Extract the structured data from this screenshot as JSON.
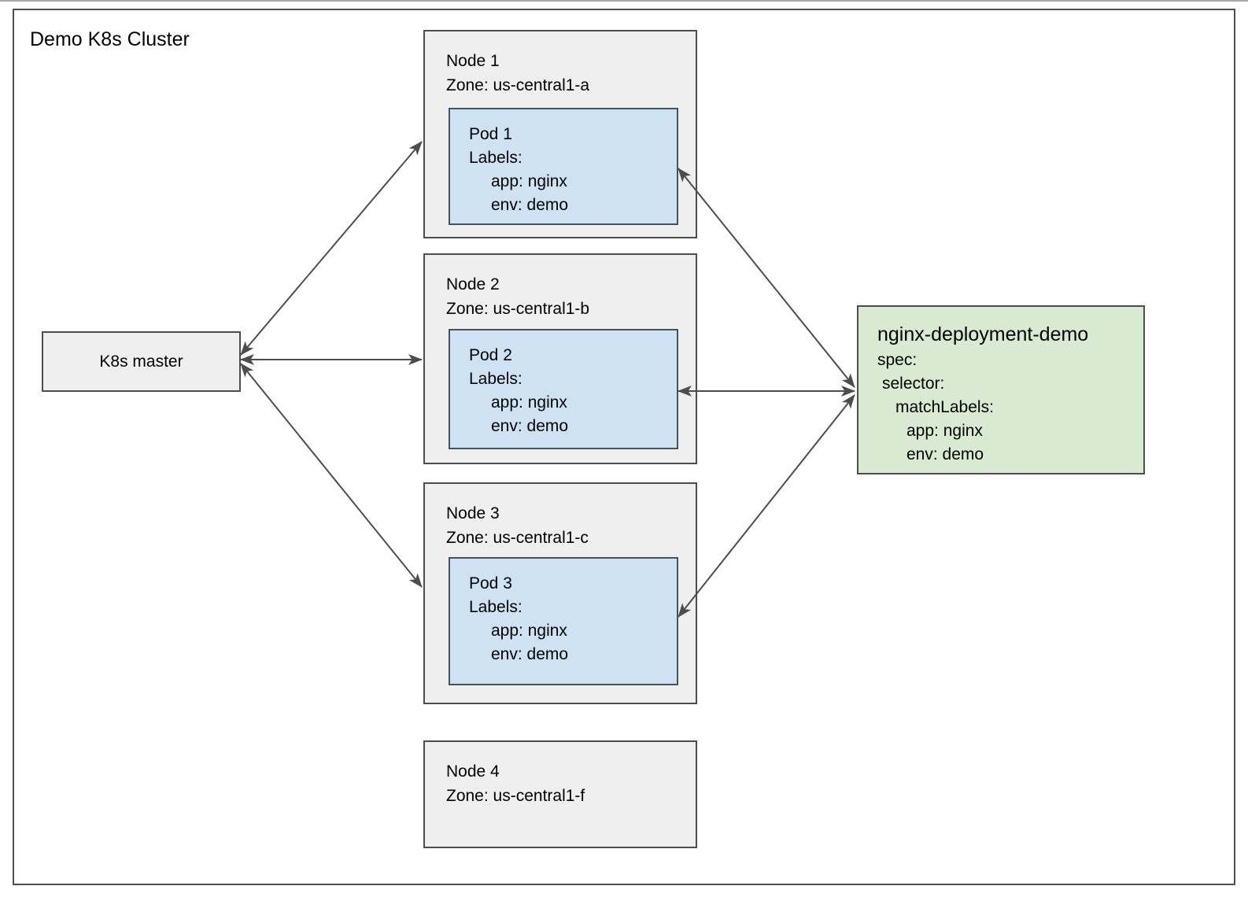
{
  "diagram": {
    "title": "Demo K8s Cluster",
    "master": {
      "label": "K8s master"
    },
    "nodes": [
      {
        "name": "Node 1",
        "zone": "Zone: us-central1-a",
        "pod": {
          "name": "Pod 1",
          "labels_heading": "Labels:",
          "label_app": "app: nginx",
          "label_env": "env: demo"
        }
      },
      {
        "name": "Node 2",
        "zone": "Zone: us-central1-b",
        "pod": {
          "name": "Pod 2",
          "labels_heading": "Labels:",
          "label_app": "app: nginx",
          "label_env": "env: demo"
        }
      },
      {
        "name": "Node 3",
        "zone": "Zone: us-central1-c",
        "pod": {
          "name": "Pod 3",
          "labels_heading": "Labels:",
          "label_app": "app: nginx",
          "label_env": "env: demo"
        }
      },
      {
        "name": "Node 4",
        "zone": "Zone: us-central1-f"
      }
    ],
    "deployment": {
      "title": "nginx-deployment-demo",
      "line_spec": "spec:",
      "line_selector": "selector:",
      "line_matchlabels": "matchLabels:",
      "line_app": "app: nginx",
      "line_env": "env: demo"
    },
    "colors": {
      "node_fill": "#efefef",
      "pod_fill": "#cfe2f3",
      "deployment_fill": "#d9ead3",
      "border": "#4d4d4d",
      "arrow": "#4d4d4d"
    }
  }
}
